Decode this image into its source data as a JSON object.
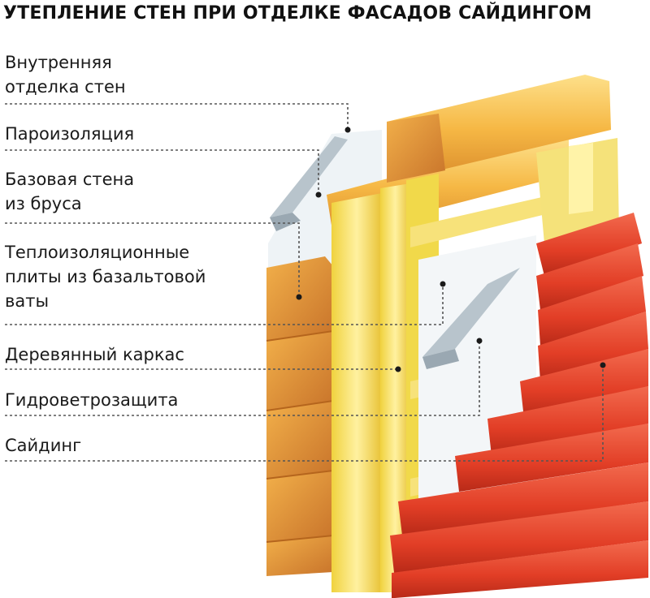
{
  "title": "УТЕПЛЕНИЕ СТЕН ПРИ ОТДЕЛКЕ ФАСАДОВ САЙДИНГОМ",
  "labels": [
    {
      "lines": [
        "Внутренняя",
        "отделка стен"
      ]
    },
    {
      "lines": [
        "Пароизоляция"
      ]
    },
    {
      "lines": [
        "Базовая стена",
        "из бруса"
      ]
    },
    {
      "lines": [
        "Теплоизоляционные",
        "плиты из базальтовой",
        "ваты"
      ]
    },
    {
      "lines": [
        "Деревянный каркас"
      ]
    },
    {
      "lines": [
        "Гидроветрозащита"
      ]
    },
    {
      "lines": [
        "Сайдинг"
      ]
    }
  ],
  "colors": {
    "leader": "#555555",
    "wood_light": "#f7c54a",
    "wood_dark": "#d9892a",
    "frame": "#f5e04a",
    "siding": "#e8402c",
    "membrane": "#b8c4cc"
  }
}
